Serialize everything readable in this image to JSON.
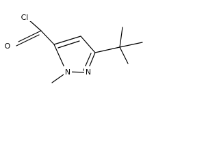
{
  "molecule": {
    "atoms": {
      "cl": "Cl",
      "o": "O",
      "n1": "N",
      "n2": "N"
    }
  }
}
